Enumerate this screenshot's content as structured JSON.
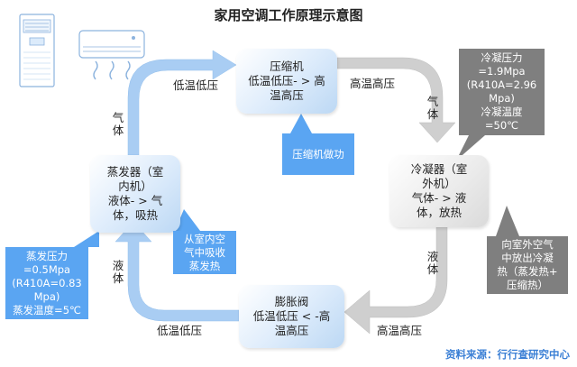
{
  "title": "家用空调工作原理示意图",
  "nodes": {
    "compressor": {
      "lines": [
        "压缩机",
        "低温低压- > 高",
        "温高压"
      ]
    },
    "condenser": {
      "lines": [
        "冷凝器（室",
        "外机）",
        "气体- > 液",
        "体，放热"
      ]
    },
    "expansion_valve": {
      "lines": [
        "膨胀阀",
        "低温低压 < -高",
        "温高压"
      ]
    },
    "evaporator": {
      "lines": [
        "蒸发器（室",
        "内机）",
        "液体- > 气",
        "体，吸热"
      ]
    }
  },
  "callouts": {
    "compressor_work": {
      "lines": [
        "压缩机做功"
      ]
    },
    "condense_params": {
      "lines": [
        "冷凝压力",
        "=1.9Mpa",
        "(R410A=2.96",
        "Mpa)",
        "冷凝温度",
        "=50℃"
      ]
    },
    "outdoor_release": {
      "lines": [
        "向室外空气",
        "中放出冷凝",
        "热（蒸发热+",
        "压缩热）"
      ]
    },
    "indoor_absorb": {
      "lines": [
        "从室内空",
        "气中吸收",
        "蒸发热"
      ]
    },
    "evap_params": {
      "lines": [
        "蒸发压力",
        "=0.5Mpa",
        "(R410A=0.83",
        "Mpa)",
        "蒸发温度=5℃"
      ]
    }
  },
  "flow_labels": {
    "top_left": "低温低压",
    "top_right": "高温高压",
    "right_upper": "气体",
    "right_lower": "液体",
    "bottom_right": "高温高压",
    "bottom_left": "低温低压",
    "left_lower": "液体",
    "left_upper": "气体"
  },
  "source": "资料来源：行行查研究中心",
  "icons": [
    "air-conditioner-tower-icon",
    "air-conditioner-split-icon"
  ],
  "colors": {
    "blue_arrow": "#a9cdf3",
    "grey_arrow": "#cfcfcf",
    "blue_callout": "#5aa5f2",
    "grey_callout": "#7f7f7f",
    "source_text": "#3a7fd5"
  }
}
